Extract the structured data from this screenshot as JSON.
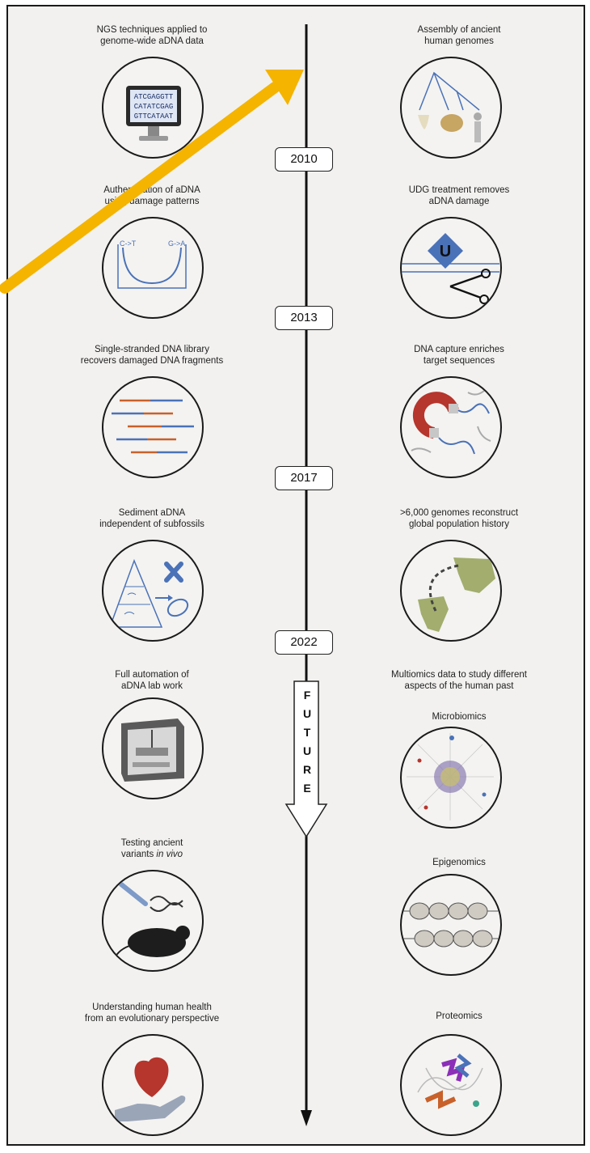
{
  "years": [
    "2010",
    "2013",
    "2017",
    "2022"
  ],
  "future": [
    "F",
    "U",
    "T",
    "U",
    "R",
    "E"
  ],
  "left": [
    {
      "line1": "NGS techniques applied to",
      "line2": "genome-wide aDNA data",
      "icon": "monitor-dna-sequence-icon"
    },
    {
      "line1": "Authentication of aDNA",
      "line2": "using damage patterns",
      "icon": "damage-pattern-curve-icon"
    },
    {
      "line1": "Single-stranded DNA library",
      "line2": "recovers damaged DNA fragments",
      "icon": "dna-fragments-icon"
    },
    {
      "line1": "Sediment aDNA",
      "line2": "independent of subfossils",
      "icon": "sediment-chromosome-mitochondria-icon"
    },
    {
      "line1": "Full automation of",
      "line2": "aDNA lab work",
      "icon": "lab-robot-icon"
    },
    {
      "line1": "Testing ancient",
      "line2_a": "variants ",
      "line2_b": "in vivo",
      "icon": "mouse-injection-icon"
    },
    {
      "line1": "Understanding human health",
      "line2": "from an evolutionary perspective",
      "icon": "heart-in-hand-icon"
    }
  ],
  "right": [
    {
      "line1": "Assembly of ancient",
      "line2": "human genomes",
      "icon": "phylogeny-hominin-icon"
    },
    {
      "line1": "UDG treatment removes",
      "line2": "aDNA damage",
      "icon": "udg-scissors-icon"
    },
    {
      "line1": "DNA capture enriches",
      "line2": "target sequences",
      "icon": "magnet-capture-icon"
    },
    {
      "line1": ">6,000 genomes reconstruct",
      "line2": "global population history",
      "icon": "migration-map-icon"
    },
    {
      "line1": "Multiomics data to study different",
      "line2": "aspects of the human past",
      "icon": "multiomics-icon"
    }
  ],
  "omics": [
    "Microbiomics",
    "Epigenomics",
    "Proteomics"
  ],
  "dna_text": [
    "ATCGAGGTT",
    "CATATCGAG",
    "GTTCATAAT"
  ],
  "damage_labels": [
    "C->T",
    "G->A"
  ],
  "udg_letter": "U",
  "colors": {
    "accent_blue": "#4a72b8",
    "accent_orange": "#c8612a",
    "arrow_yellow": "#f4b400",
    "line": "#111111"
  }
}
